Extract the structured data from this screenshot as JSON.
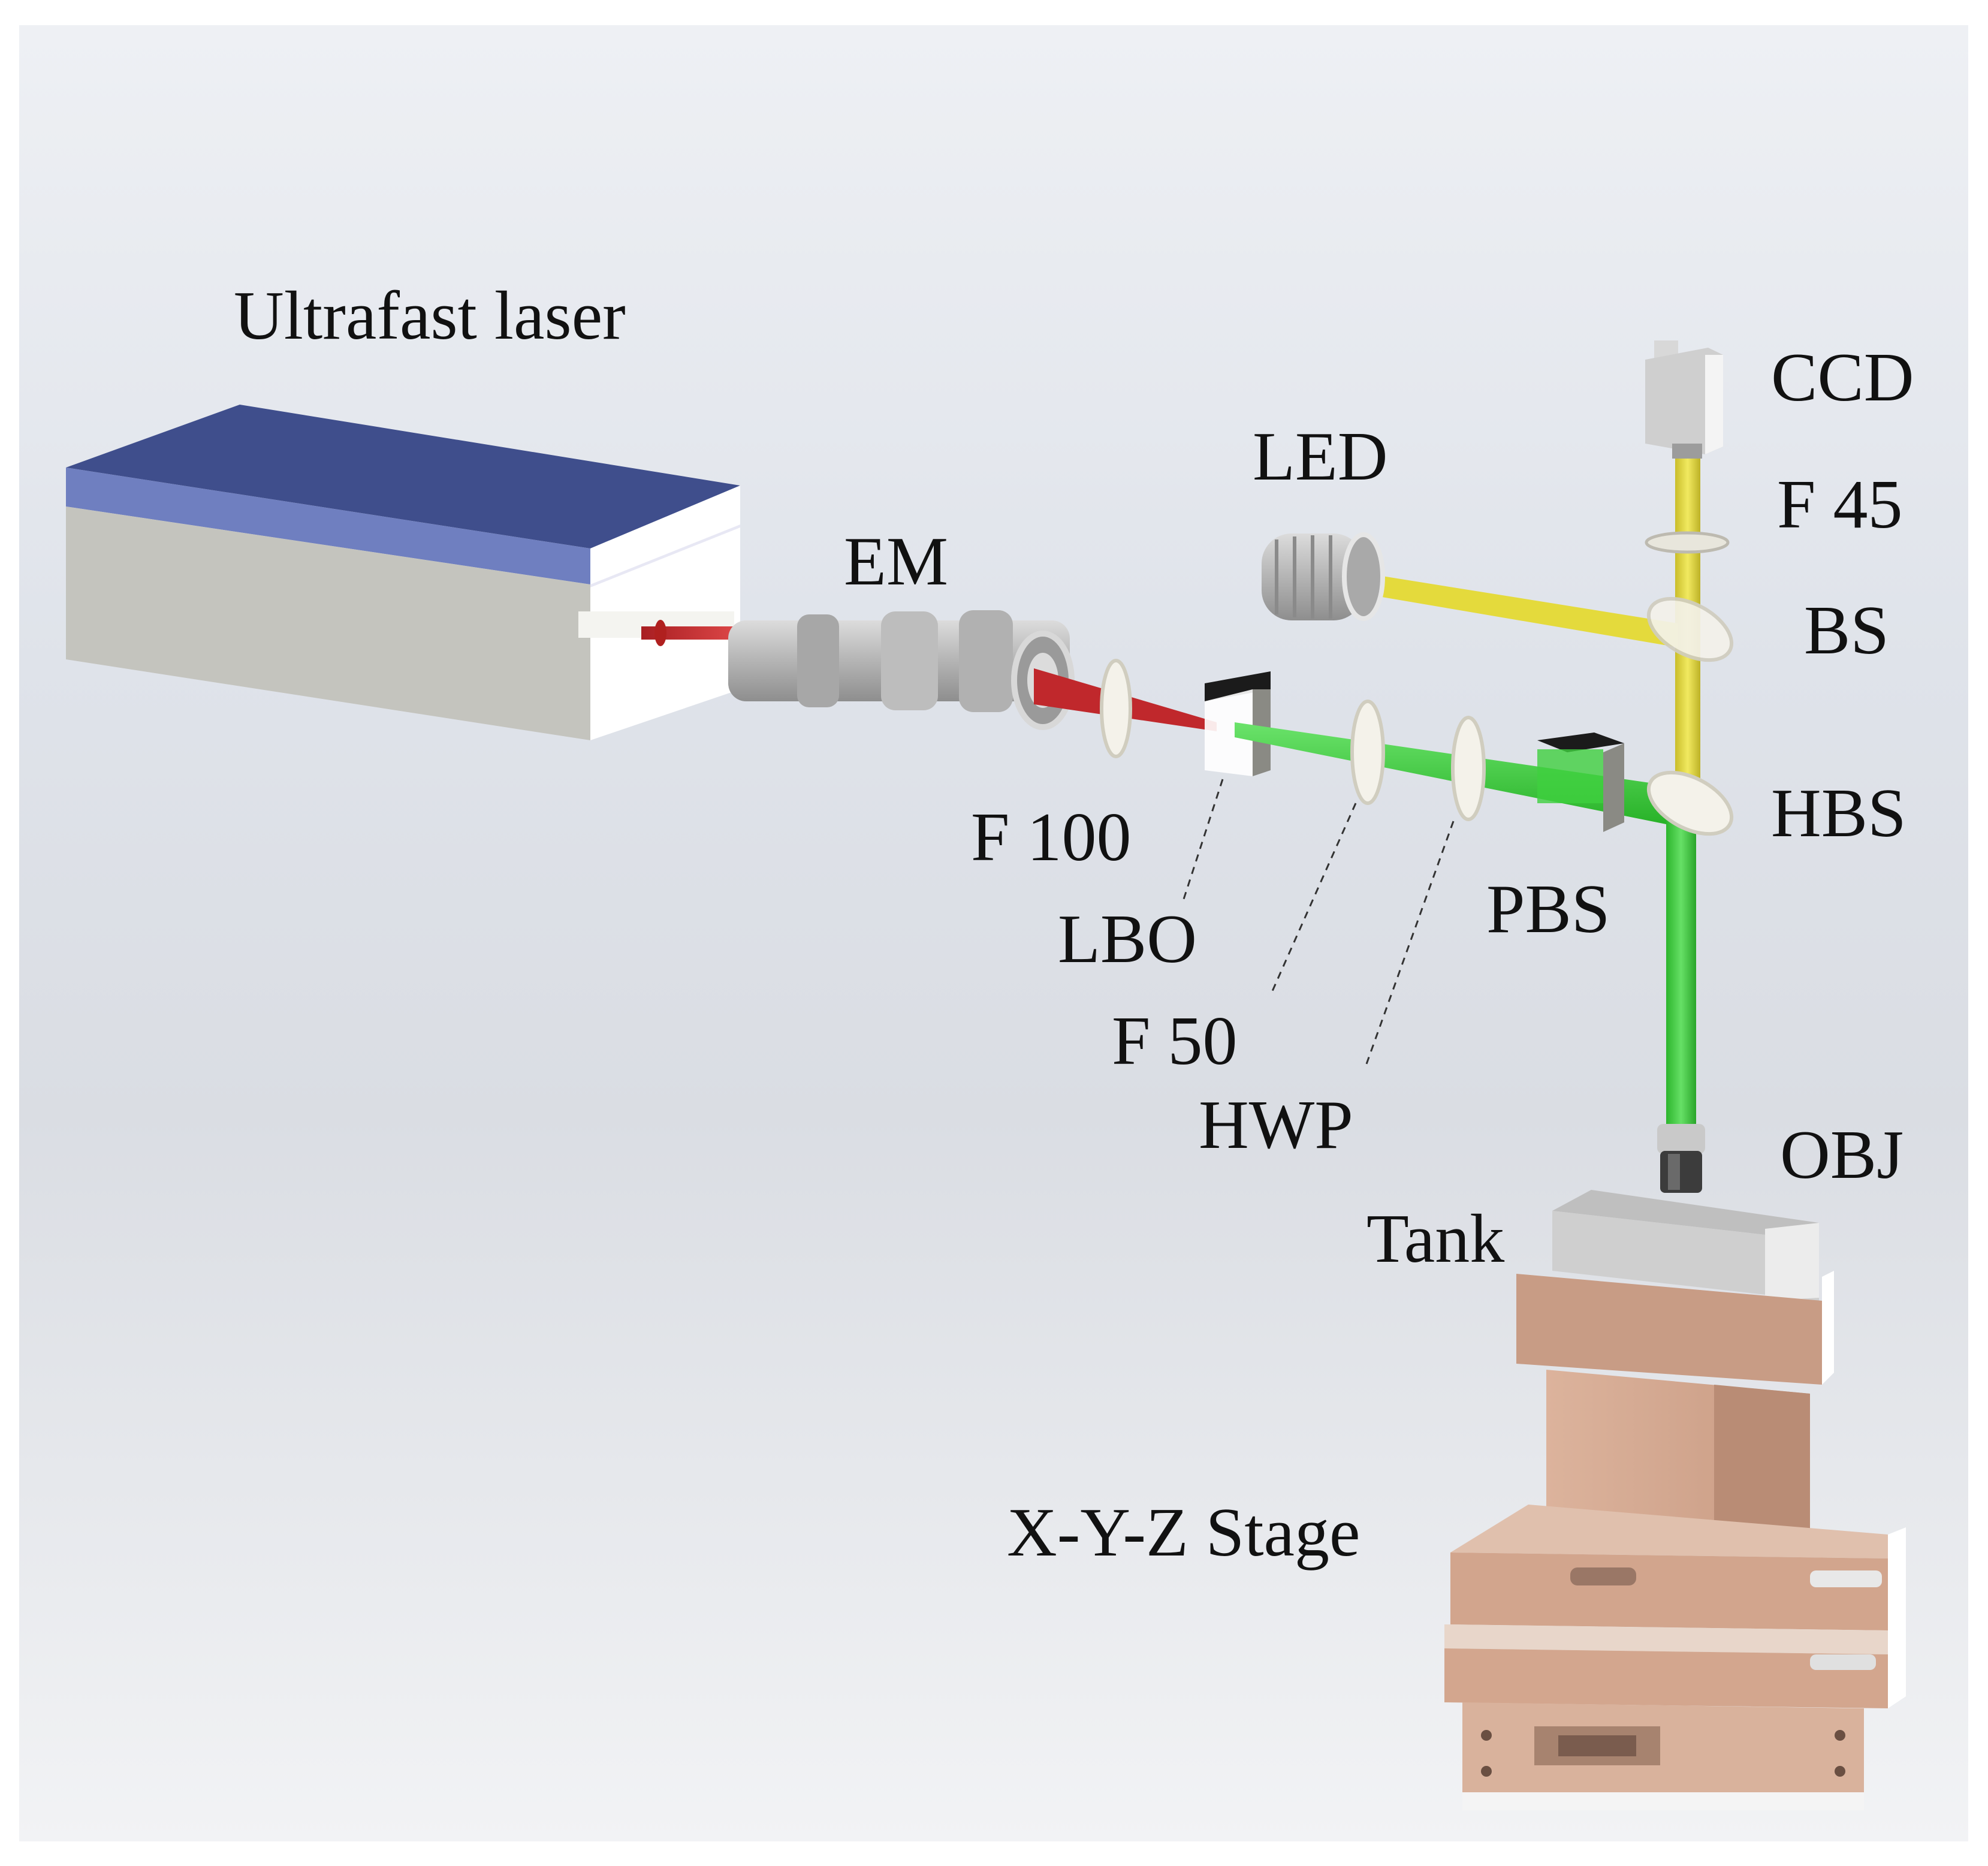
{
  "labels": {
    "laser": "Ultrafast laser",
    "em": "EM",
    "led": "LED",
    "ccd": "CCD",
    "f45": "F 45",
    "bs": "BS",
    "hbs": "HBS",
    "f100": "F 100",
    "lbo": "LBO",
    "f50": "F 50",
    "hwp": "HWP",
    "pbs": "PBS",
    "obj": "OBJ",
    "tank": "Tank",
    "stage": "X-Y-Z Stage"
  },
  "colors": {
    "ir_beam": "#c0282c",
    "green_beam": "#3ad03a",
    "yellow_beam": "#e4da3c",
    "laser_top": "#3f4e8c",
    "laser_side": "#c4c4be",
    "stage": "#d6ab94"
  }
}
